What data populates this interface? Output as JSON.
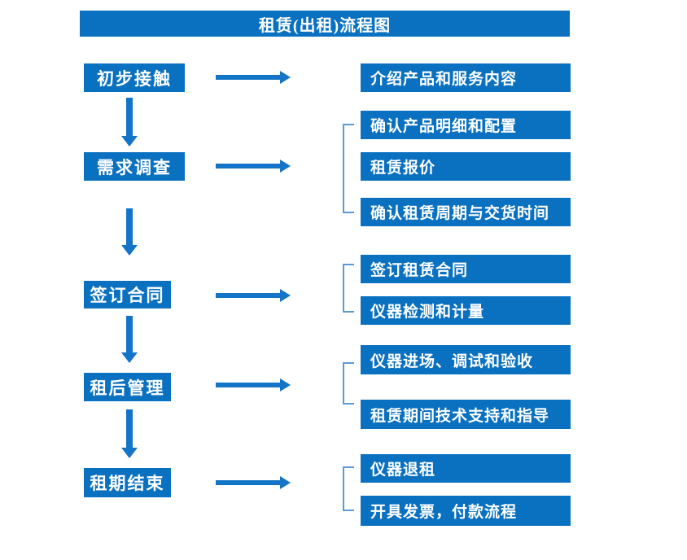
{
  "title": "租赁(出租)流程图",
  "colors": {
    "box_blue": "#0A70C0",
    "arrow_blue": "#1474C8",
    "bracket_blue": "#5B9BD5",
    "text_white": "#FFFFFF",
    "background": "#FFFFFF"
  },
  "flow": {
    "steps": [
      {
        "label": "初步接触",
        "outputs": [
          "介绍产品和服务内容"
        ]
      },
      {
        "label": "需求调查",
        "outputs": [
          "确认产品明细和配置",
          "租赁报价",
          "确认租赁周期与交货时间"
        ]
      },
      {
        "label": "签订合同",
        "outputs": [
          "签订租赁合同",
          "仪器检测和计量"
        ]
      },
      {
        "label": "租后管理",
        "outputs": [
          "仪器进场、调试和验收",
          "租赁期间技术支持和指导"
        ]
      },
      {
        "label": "租期结束",
        "outputs": [
          "仪器退租",
          "开具发票，付款流程"
        ]
      }
    ]
  }
}
